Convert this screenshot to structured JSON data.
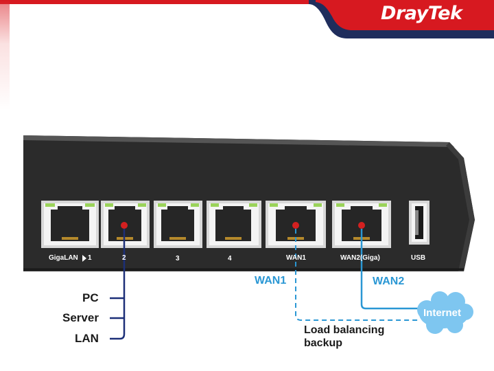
{
  "brand": {
    "name": "DrayTek"
  },
  "ports": {
    "gigalan": "GigaLAN",
    "p1": "1",
    "p2": "2",
    "p3": "3",
    "p4": "4",
    "wan1": "WAN1",
    "wan2": "WAN2(Giga)",
    "usb": "USB"
  },
  "connections": {
    "pc": "PC",
    "server": "Server",
    "lan": "LAN",
    "wan1": "WAN1",
    "wan2": "WAN2",
    "internet": "Internet",
    "load_balancing_line1": "Load balancing",
    "load_balancing_line2": "backup"
  },
  "colors": {
    "brand_red": "#d71920",
    "band_navy": "#1f2d5c",
    "device_body": "#2b2b2b",
    "lan_line": "#1c2f78",
    "wan_line": "#2a97d4",
    "cloud": "#7ec6f0",
    "port_dot": "#d32020"
  }
}
